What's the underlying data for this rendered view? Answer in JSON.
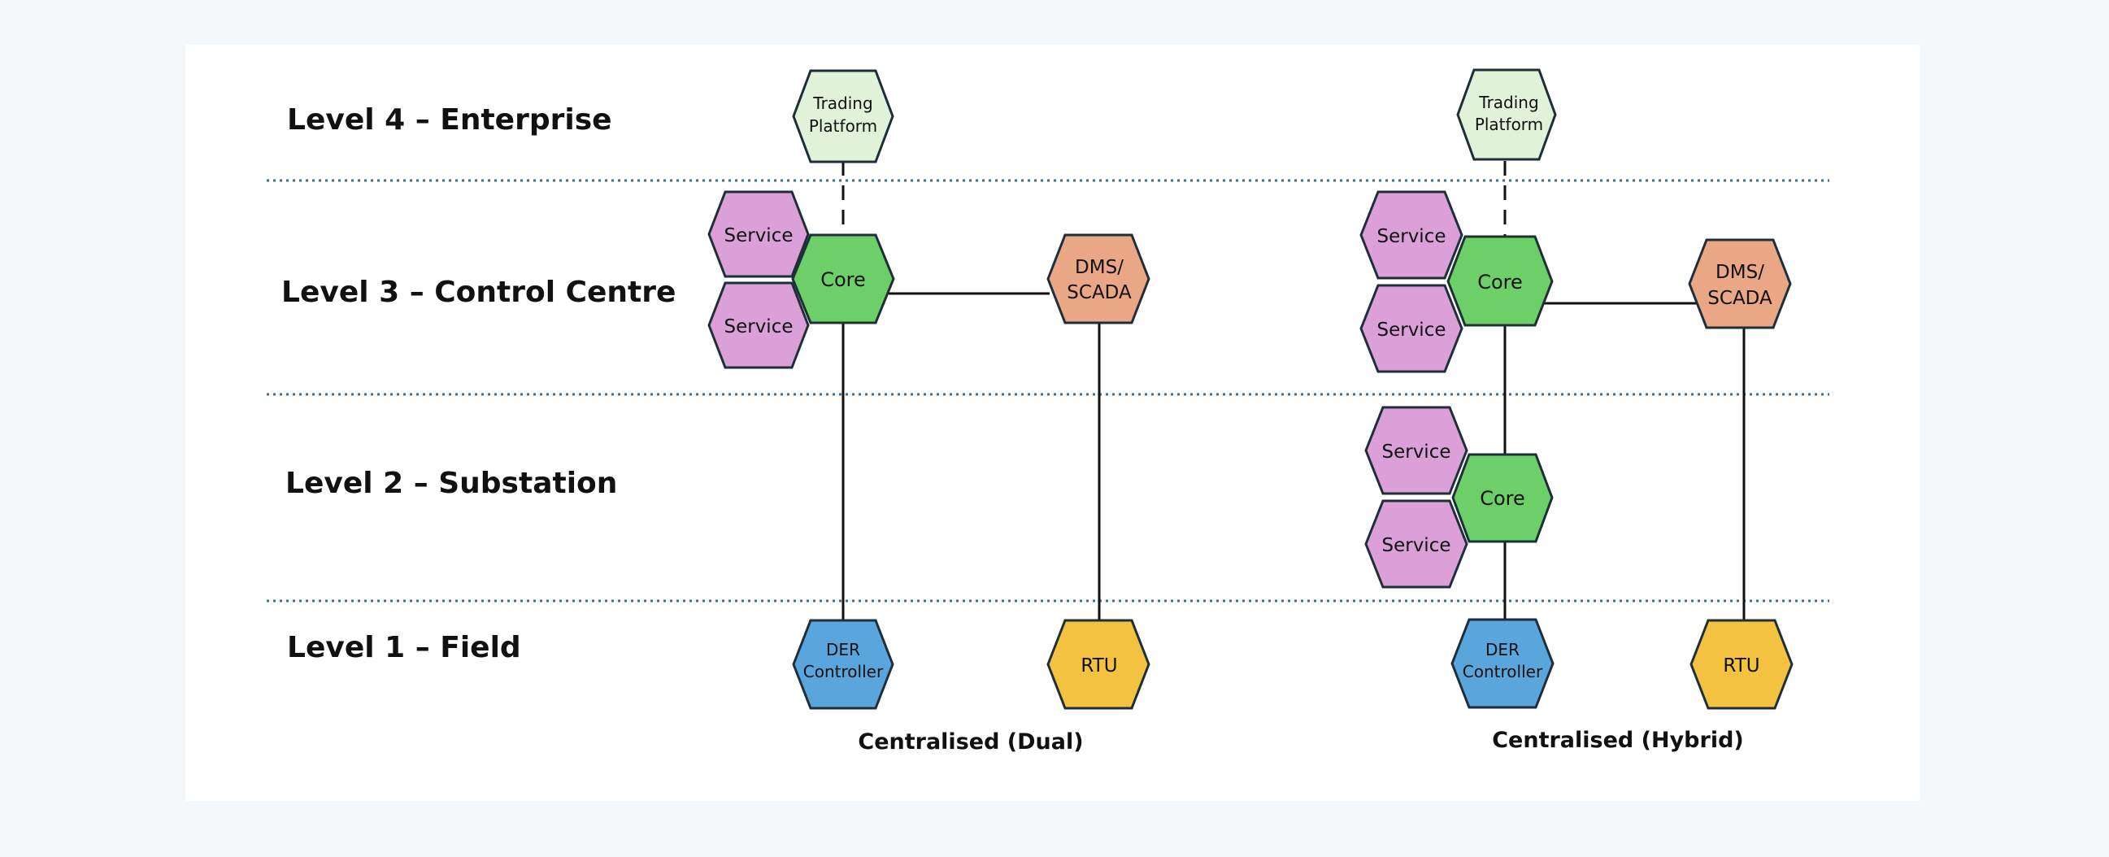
{
  "levels": {
    "enterprise": "Level 4 – Enterprise",
    "control_centre": "Level 3 – Control Centre",
    "substation": "Level 2 – Substation",
    "field": "Level 1 – Field"
  },
  "node_colors": {
    "trading": "#e0f2d8",
    "core": "#6dcf67",
    "service": "#dba0d8",
    "dms": "#e9a785",
    "der": "#5aa6dc",
    "rtu": "#f3c241"
  },
  "dual": {
    "caption": "Centralised (Dual)",
    "trading": {
      "line1": "Trading",
      "line2": "Platform"
    },
    "service_top": "Service",
    "service_bottom": "Service",
    "core": "Core",
    "dms": {
      "line1": "DMS/",
      "line2": "SCADA"
    },
    "der": {
      "line1": "DER",
      "line2": "Controller"
    },
    "rtu": "RTU"
  },
  "hybrid": {
    "caption": "Centralised (Hybrid)",
    "trading": {
      "line1": "Trading",
      "line2": "Platform"
    },
    "service_l3_top": "Service",
    "service_l3_bottom": "Service",
    "core_l3": "Core",
    "dms": {
      "line1": "DMS/",
      "line2": "SCADA"
    },
    "service_l2_top": "Service",
    "service_l2_bottom": "Service",
    "core_l2": "Core",
    "der": {
      "line1": "DER",
      "line2": "Controller"
    },
    "rtu": "RTU"
  }
}
